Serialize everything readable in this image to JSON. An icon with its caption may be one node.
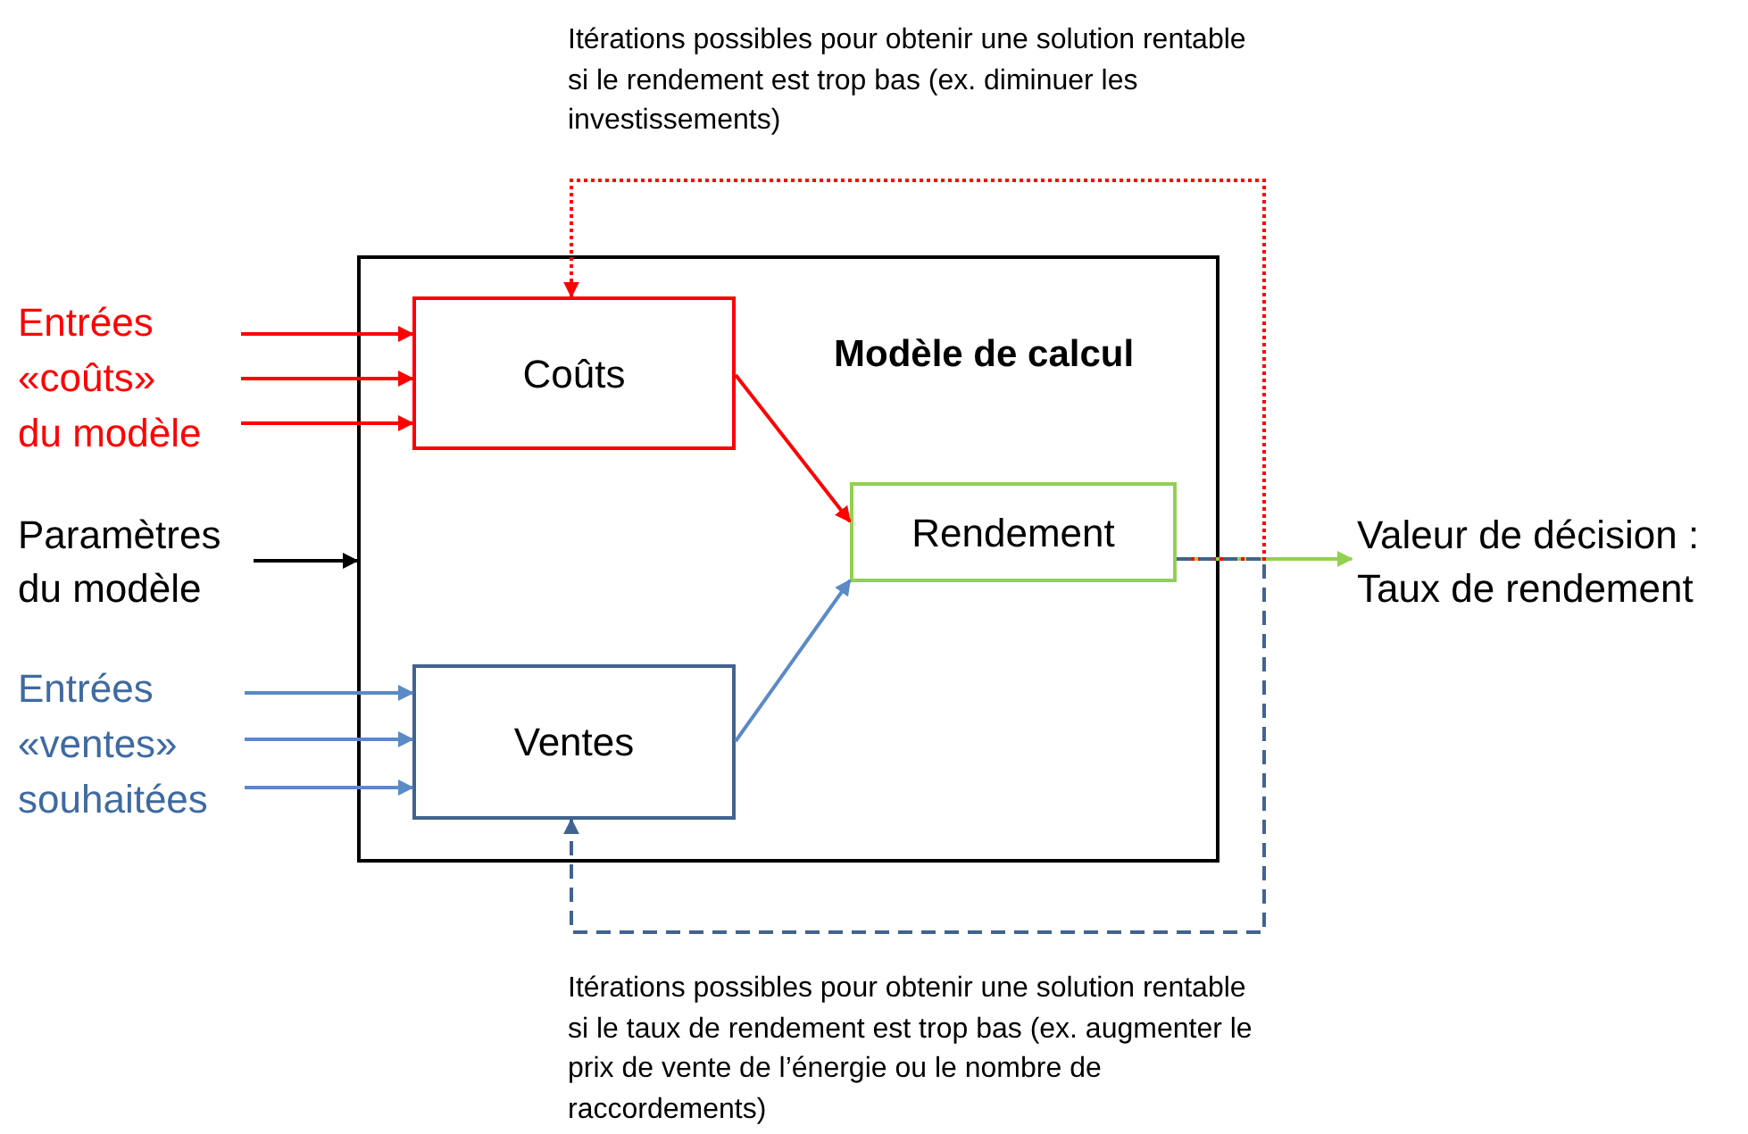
{
  "diagram": {
    "nodes": [
      {
        "text": [
          "Modèle de calcul"
        ]
      },
      {
        "text": [
          "Coûts"
        ],
        "in": 0
      },
      {
        "text": [
          "Rendement"
        ],
        "in": 0
      },
      {
        "text": [
          "Ventes"
        ],
        "in": 0
      },
      {
        "text": [
          "Entrées «coûts» du modèle"
        ]
      },
      {
        "text": [
          "Paramètres du modèle"
        ]
      },
      {
        "text": [
          "Entrées «ventes» souhaitées"
        ]
      },
      {
        "text": [
          "Valeur de décision : Taux de rendement"
        ]
      }
    ],
    "edges": [
      {
        "from": 4,
        "to": 1,
        "arrow": "to",
        "color": "#ff0000"
      },
      {
        "from": 4,
        "to": 1,
        "arrow": "to",
        "color": "#ff0000"
      },
      {
        "from": 4,
        "to": 1,
        "arrow": "to",
        "color": "#ff0000"
      },
      {
        "from": 5,
        "to": 0,
        "arrow": "to",
        "color": "#000000"
      },
      {
        "from": 6,
        "to": 3,
        "arrow": "to",
        "color": "#5b8ac6"
      },
      {
        "from": 6,
        "to": 3,
        "arrow": "to",
        "color": "#5b8ac6"
      },
      {
        "from": 6,
        "to": 3,
        "arrow": "to",
        "color": "#5b8ac6"
      },
      {
        "from": 1,
        "to": 2,
        "arrow": "to",
        "color": "#ff0000"
      },
      {
        "from": 3,
        "to": 2,
        "arrow": "to",
        "color": "#5b8ac6"
      },
      {
        "from": 2,
        "to": 7,
        "arrow": "to",
        "color": "#92d050"
      },
      {
        "from": 2,
        "to": 1,
        "arrow": "to",
        "style": "dashed",
        "color": "#ff0000"
      },
      {
        "from": 2,
        "to": 3,
        "arrow": "to",
        "style": "dashed",
        "color": "#41638f"
      }
    ],
    "labels": [
      "Itérations possibles pour obtenir une solution rentable si le rendement est trop bas (ex. diminuer les investissements)",
      "Itérations possibles pour obtenir une solution rentable si le taux de rendement est trop bas (ex. augmenter le prix de vente de l’énergie ou le nombre de raccordements)"
    ]
  }
}
